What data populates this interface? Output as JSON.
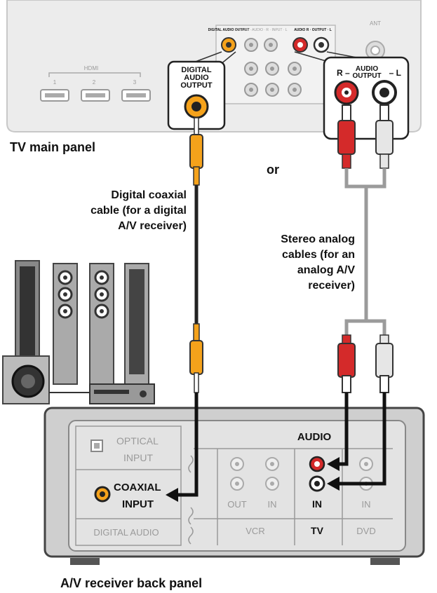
{
  "tv_panel": {
    "caption": "TV main panel",
    "hdmi_label": "HDMI",
    "hdmi_numbers": [
      "1",
      "2",
      "3"
    ],
    "ant_label": "ANT",
    "small_digital_label": "DIGITAL AUDIO OUTPUT",
    "small_av_label": "S-VIDEO · AUDIO · R · INPUT · L",
    "small_analog_label": "AUDIO R · OUTPUT · L",
    "callout_digital": [
      "DIGITAL",
      "AUDIO",
      "OUTPUT"
    ],
    "callout_analog_top": "AUDIO",
    "callout_analog_r": "R –",
    "callout_analog_output": "OUTPUT",
    "callout_analog_l": "– L"
  },
  "or_label": "or",
  "digital_cable_label": [
    "Digital coaxial",
    "cable (for a digital",
    "A/V receiver)"
  ],
  "analog_cable_label": [
    "Stereo analog",
    "cables (for an",
    "analog A/V",
    "receiver)"
  ],
  "receiver": {
    "caption": "A/V receiver back panel",
    "optical": [
      "OPTICAL",
      "INPUT"
    ],
    "coaxial": [
      "COAXIAL",
      "INPUT"
    ],
    "digital_audio": "DIGITAL AUDIO",
    "audio_header": "AUDIO",
    "out_label": "OUT",
    "in_label": "IN",
    "vcr_label": "VCR",
    "tv_label": "TV",
    "dvd_label": "DVD"
  },
  "colors": {
    "coax_orange": "#f5a21b",
    "rca_red": "#d42a2a",
    "rca_white": "#e6e6e6",
    "cable_gray": "#9b9b9b",
    "panel_gray": "#e3e3e3"
  },
  "icons": [
    "speaker-tower-icon",
    "subwoofer-icon",
    "receiver-unit-icon",
    "hdmi-port-icon",
    "rca-jack-icon"
  ]
}
